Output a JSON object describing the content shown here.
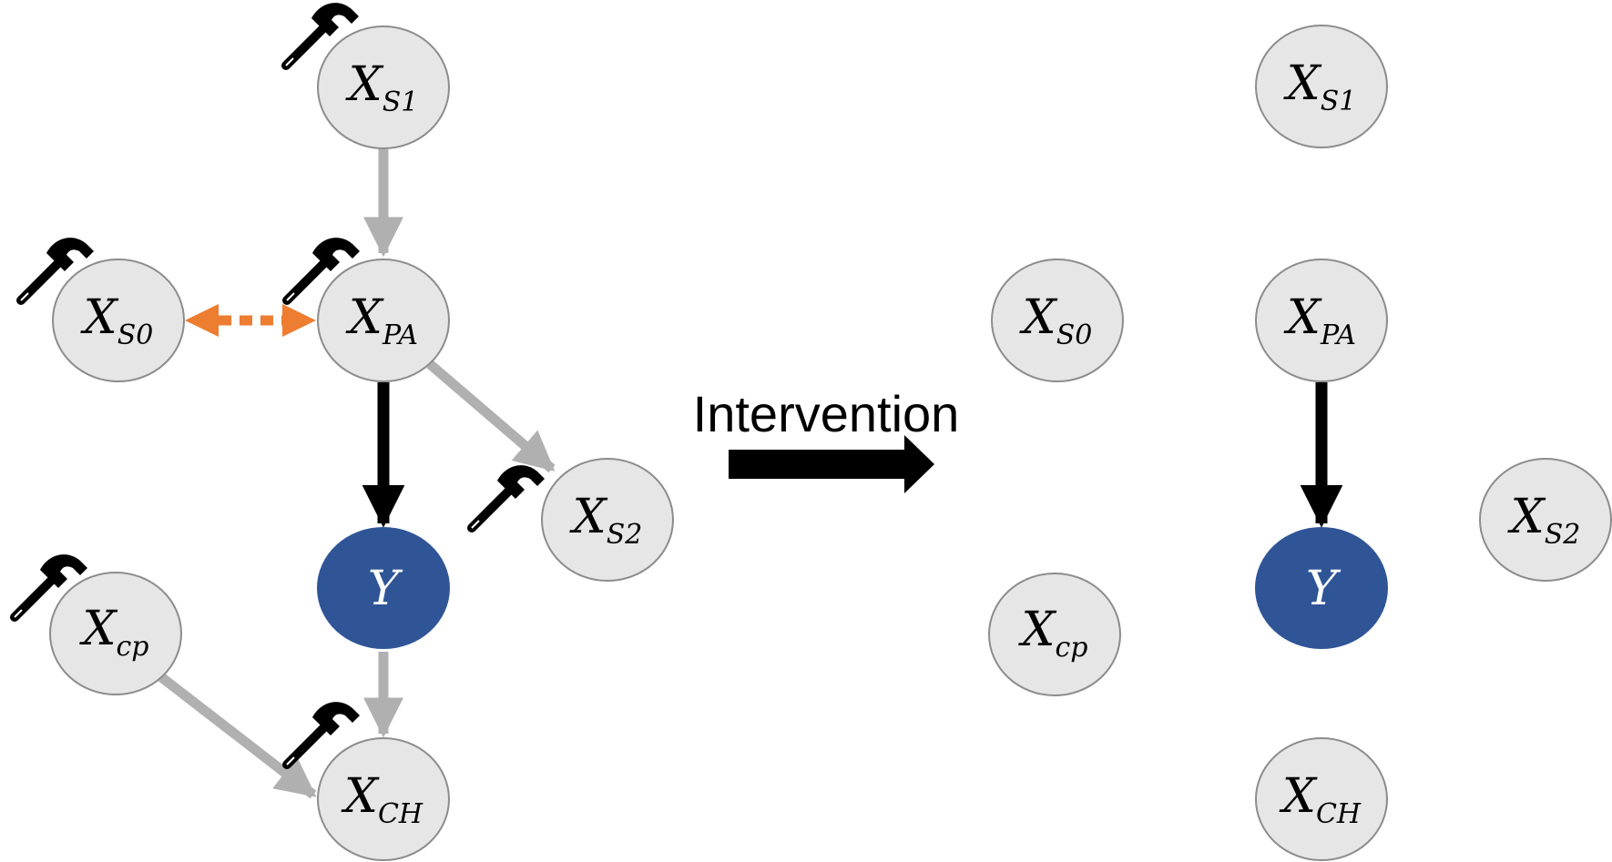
{
  "diagram": {
    "caption": "Intervention",
    "colors": {
      "node_fill": "#e6e6e6",
      "node_stroke": "#8c8c8c",
      "target_fill": "#2f5597",
      "gray_edge": "#b0b0b0",
      "causal_edge": "#000000",
      "confound_edge": "#ed7d31",
      "hammer": "#000000"
    },
    "icons": {
      "intervention": "hammer-icon"
    },
    "before": {
      "nodes": {
        "xs1": {
          "base": "X",
          "sub": "S1"
        },
        "xpa": {
          "base": "X",
          "sub": "PA"
        },
        "xs0": {
          "base": "X",
          "sub": "S0"
        },
        "xs2": {
          "base": "X",
          "sub": "S2"
        },
        "y": {
          "base": "Y",
          "sub": ""
        },
        "xcp": {
          "base": "X",
          "sub": "cp"
        },
        "xch": {
          "base": "X",
          "sub": "CH"
        }
      }
    },
    "after": {
      "nodes": {
        "xs1": {
          "base": "X",
          "sub": "S1"
        },
        "xs0": {
          "base": "X",
          "sub": "S0"
        },
        "xpa": {
          "base": "X",
          "sub": "PA"
        },
        "xs2": {
          "base": "X",
          "sub": "S2"
        },
        "xcp": {
          "base": "X",
          "sub": "cp"
        },
        "y": {
          "base": "Y",
          "sub": ""
        },
        "xch": {
          "base": "X",
          "sub": "CH"
        }
      }
    }
  }
}
